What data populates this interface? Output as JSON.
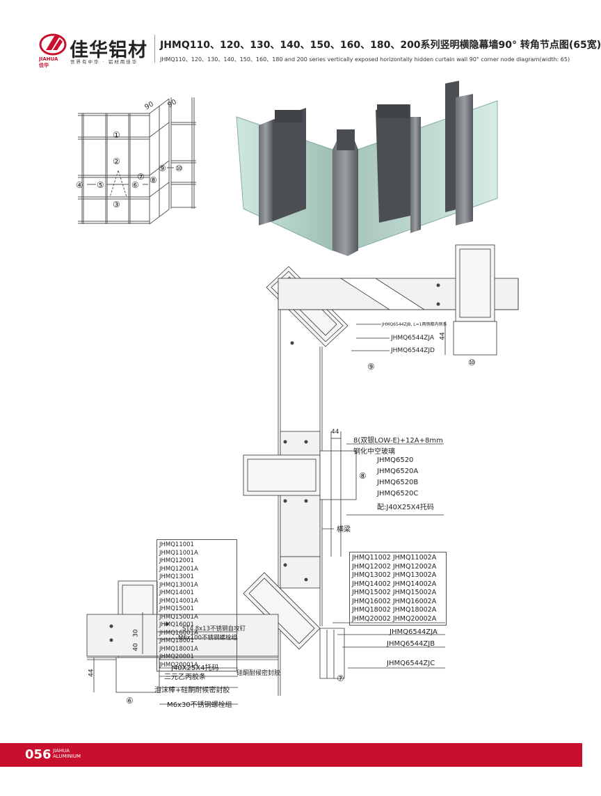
{
  "header": {
    "brand_cn": "佳华铝材",
    "brand_en": "JIAHUA",
    "brand_small": "佳华",
    "slogan": "世界有中华 · 铝材用佳华",
    "title_cn": "JHMQ110、120、130、140、150、160、180、200系列竖明横隐幕墙90° 转角节点图(65宽)",
    "title_en": "JHMQ110、120、130、140、150、160、180 and 200 series vertically exposed horizontally hidden curtain wall 90°  corner node diagram(width: 65)"
  },
  "elevation": {
    "dims": [
      "90",
      "90"
    ],
    "node_labels": [
      "①",
      "②",
      "③",
      "④",
      "⑤",
      "⑥",
      "⑦",
      "⑧",
      "⑨",
      "⑩"
    ]
  },
  "callouts": {
    "node9_top": "JHMQ6544ZJB, L=1两侧都内侧系",
    "node9_a": "JHMQ6544ZJA",
    "node9_b": "JHMQ6544ZJD",
    "node9_mark": "⑨",
    "node10_mark": "⑩",
    "node10_dim": "44",
    "node8_dim": "44",
    "node8_glass": "8(双银LOW-E)+12A+8mm",
    "node8_glass2": "钢化中空玻璃",
    "node8_parts": [
      "JHMQ6520",
      "JHMQ6520A",
      "JHMQ6520B",
      "JHMQ6520C",
      "配:J40X25X4托码"
    ],
    "node8_mark": "⑧",
    "beam": "横梁",
    "left_list": [
      "JHMQ11001 JHMQ11001A",
      "JHMQ12001 JHMQ12001A",
      "JHMQ13001 JHMQ13001A",
      "JHMQ14001 JHMQ14001A",
      "JHMQ15001 JHMQ15001A",
      "JHMQ16001 JHMQ16001A",
      "JHMQ18001 JHMQ18001A",
      "JHMQ20001 JHMQ20001A"
    ],
    "right_list": [
      "JHMQ11002 JHMQ11002A",
      "JHMQ12002 JHMQ12002A",
      "JHMQ13002 JHMQ13002A",
      "JHMQ14002 JHMQ14002A",
      "JHMQ15002 JHMQ15002A",
      "JHMQ16002 JHMQ16002A",
      "JHMQ18002 JHMQ18002A",
      "JHMQ20002 JHMQ20002A"
    ],
    "node7_parts": [
      "JHMQ6544ZJA",
      "JHMQ6544ZJB",
      "JHMQ6544ZJC"
    ],
    "node7_seal": "硅酮耐候密封胶",
    "node7_mark": "⑦",
    "node6_screw": "ST4.8x13不锈钢自攻钉",
    "node6_bolt": "M6x100不锈钢螺栓组",
    "node6_dim30": "30",
    "node6_dim40": "40",
    "node6_dim44": "44",
    "node6_parts": [
      "J40X25X4托码",
      "三元乙丙胶条",
      "泡沫棒+硅酮耐候密封胶",
      "M6x30不锈钢螺栓组"
    ],
    "node6_mark": "⑥"
  },
  "footer": {
    "page": "056",
    "brand1": "JIAHUA",
    "brand2": "ALUMINIUM"
  }
}
